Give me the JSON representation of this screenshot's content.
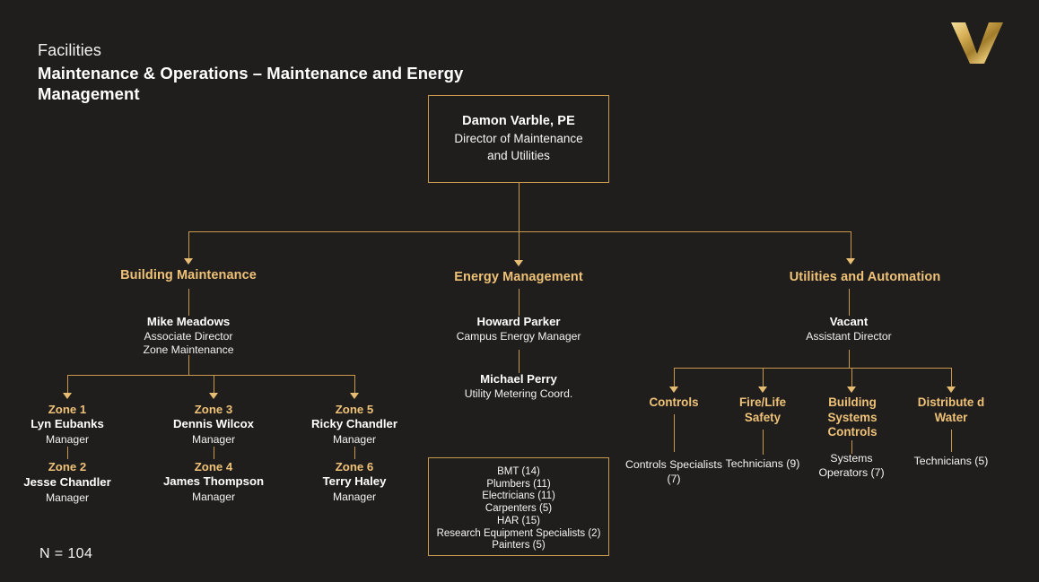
{
  "header": {
    "eyebrow": "Facilities",
    "title": "Maintenance & Operations – Maintenance and Energy Management"
  },
  "logo": {
    "name": "vanderbilt-v-logo",
    "letter": "V",
    "gold_light": "#E8C878",
    "gold_dark": "#8A6A22"
  },
  "colors": {
    "background": "#1F1E1D",
    "gold": "#F0C277",
    "connector": "#C79A4E",
    "text": "#FFFFFF"
  },
  "director": {
    "name": "Damon Varble, PE",
    "role_line1": "Director of Maintenance",
    "role_line2": "and Utilities"
  },
  "branches": [
    {
      "id": "building-maintenance",
      "label": "Building Maintenance",
      "lead": {
        "name": "Mike Meadows",
        "role_line1": "Associate Director",
        "role_line2": "Zone Maintenance"
      }
    },
    {
      "id": "energy-management",
      "label": "Energy Management",
      "lead": {
        "name": "Howard Parker",
        "role_line1": "Campus Energy Manager"
      },
      "second": {
        "name": "Michael Perry",
        "role_line1": "Utility Metering Coord."
      }
    },
    {
      "id": "utilities-and-automation",
      "label": "Utilities and Automation",
      "lead": {
        "name": "Vacant",
        "role_line1": "Assistant Director"
      }
    }
  ],
  "zone_columns": [
    {
      "top": {
        "zone": "Zone 1",
        "name": "Lyn Eubanks",
        "role": "Manager"
      },
      "bottom": {
        "zone": "Zone 2",
        "name": "Jesse Chandler",
        "role": "Manager"
      }
    },
    {
      "top": {
        "zone": "Zone 3",
        "name": "Dennis Wilcox",
        "role": "Manager"
      },
      "bottom": {
        "zone": "Zone 4",
        "name": "James Thompson",
        "role": "Manager"
      }
    },
    {
      "top": {
        "zone": "Zone 5",
        "name": "Ricky Chandler",
        "role": "Manager"
      },
      "bottom": {
        "zone": "Zone 6",
        "name": "Terry Haley",
        "role": "Manager"
      }
    }
  ],
  "staffing_box": {
    "lines": [
      "BMT (14)",
      "Plumbers (11)",
      "Electricians (11)",
      "Carpenters (5)",
      "HAR (15)",
      "Research Equipment Specialists (2)",
      "Painters (5)"
    ]
  },
  "utility_units": [
    {
      "label": "Controls",
      "staff": "Controls Specialists (7)"
    },
    {
      "label": "Fire/Life Safety",
      "staff": "Technicians (9)"
    },
    {
      "label": "Building Systems Controls",
      "staff": "Systems Operators (7)"
    },
    {
      "label": "Distribute d Water",
      "staff": "Technicians (5)"
    }
  ],
  "footer": {
    "total": "N = 104"
  }
}
